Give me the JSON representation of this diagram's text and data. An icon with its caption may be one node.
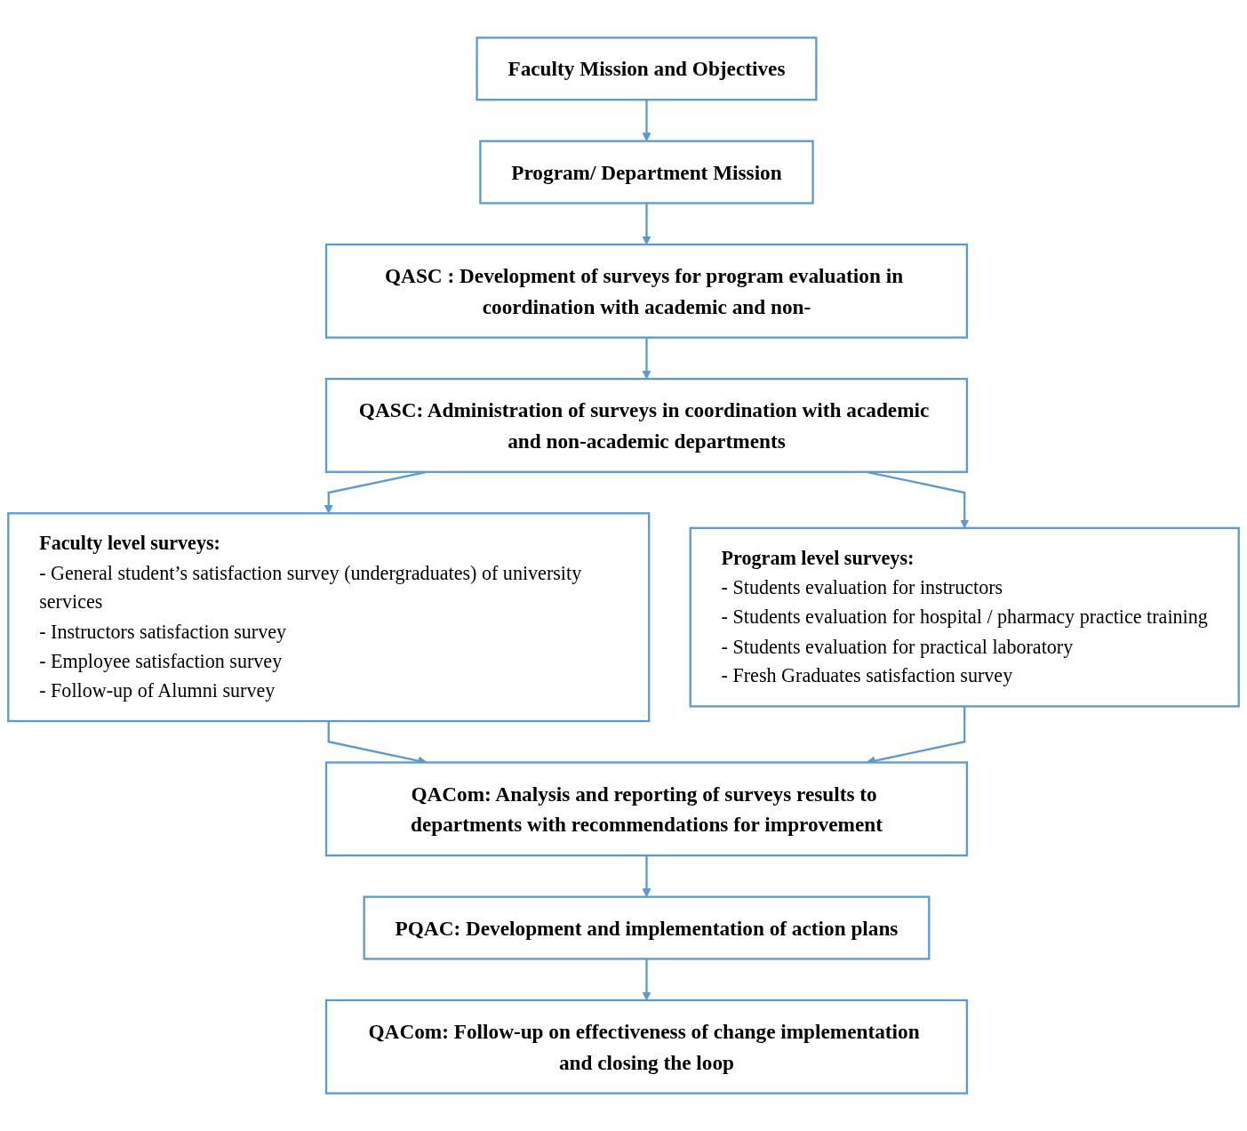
{
  "diagram": {
    "nodes": [
      {
        "text": [
          "Faculty Mission and Objectives"
        ]
      },
      {
        "text": [
          "Program/ Department Mission"
        ]
      },
      {
        "text": [
          "QASC : Development of surveys for program evaluation in coordination with academic and non-"
        ]
      },
      {
        "text": [
          "QASC: Administration of surveys in coordination with academic and non-academic departments"
        ]
      },
      {
        "text": [
          "Faculty level surveys:",
          "- General student’s satisfaction survey (undergraduates) of university services",
          "- Instructors satisfaction survey",
          "- Employee satisfaction survey",
          "- Follow-up of Alumni survey"
        ]
      },
      {
        "text": [
          "Program level surveys:",
          "- Students evaluation for instructors",
          "- Students evaluation for hospital / pharmacy practice training",
          "- Students evaluation for practical laboratory",
          "- Fresh Graduates satisfaction survey"
        ]
      },
      {
        "text": [
          "QACom: Analysis and reporting of surveys results to departments with recommendations for improvement"
        ]
      },
      {
        "text": [
          "PQAC: Development and implementation of action plans"
        ]
      },
      {
        "text": [
          "QACom: Follow-up on effectiveness of change implementation and closing the loop"
        ]
      }
    ],
    "edges": [
      {
        "from": 0,
        "to": 1,
        "arrow": "to"
      },
      {
        "from": 1,
        "to": 2,
        "arrow": "to"
      },
      {
        "from": 2,
        "to": 3,
        "arrow": "to"
      },
      {
        "from": 3,
        "to": 4,
        "arrow": "to"
      },
      {
        "from": 3,
        "to": 5,
        "arrow": "to"
      },
      {
        "from": 4,
        "to": 6,
        "arrow": "to"
      },
      {
        "from": 5,
        "to": 6,
        "arrow": "to"
      },
      {
        "from": 6,
        "to": 7,
        "arrow": "to"
      },
      {
        "from": 7,
        "to": 8,
        "arrow": "to"
      }
    ]
  }
}
